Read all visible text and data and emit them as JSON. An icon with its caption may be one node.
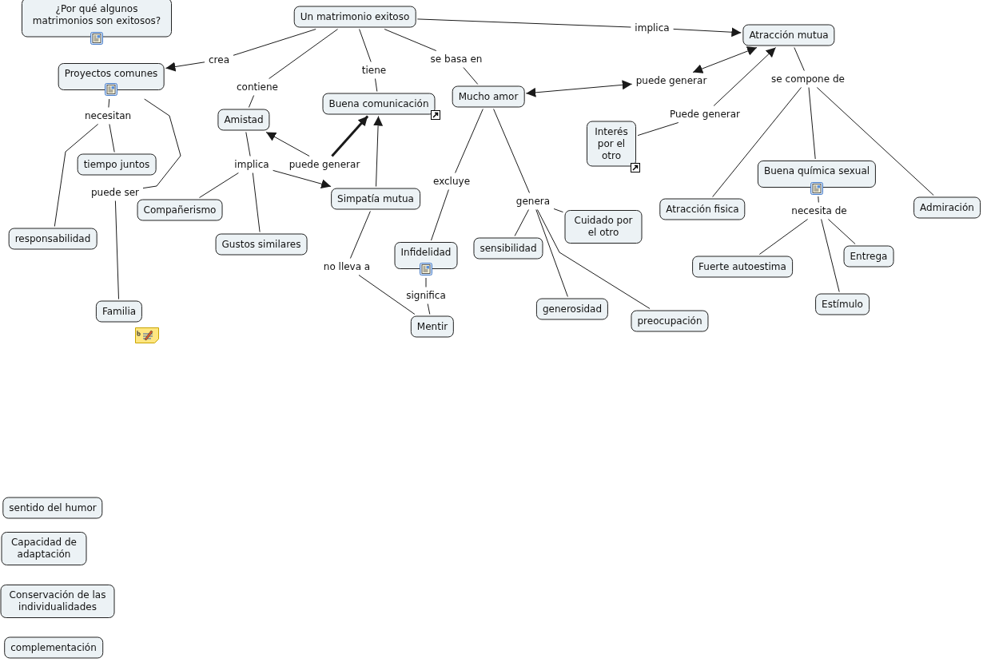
{
  "diagram": {
    "nodes": [
      {
        "text": [
          "¿Por qué algunos matrimonios son exitosos?"
        ]
      },
      {
        "text": [
          "Un matrimonio exitoso"
        ]
      },
      {
        "text": [
          "Proyectos comunes"
        ]
      },
      {
        "text": [
          "Amistad"
        ]
      },
      {
        "text": [
          "Buena comunicación"
        ]
      },
      {
        "text": [
          "Mucho amor"
        ]
      },
      {
        "text": [
          "Atracción mutua"
        ]
      },
      {
        "text": [
          "Interés por el otro"
        ]
      },
      {
        "text": [
          "tiempo juntos"
        ]
      },
      {
        "text": [
          "Compañerismo"
        ]
      },
      {
        "text": [
          "Simpatía mutua"
        ]
      },
      {
        "text": [
          "Buena química sexual"
        ]
      },
      {
        "text": [
          "Atracción fisica"
        ]
      },
      {
        "text": [
          "Admiración"
        ]
      },
      {
        "text": [
          "responsabilidad"
        ]
      },
      {
        "text": [
          "Gustos similares"
        ]
      },
      {
        "text": [
          "Infidelidad"
        ]
      },
      {
        "text": [
          "sensibilidad"
        ]
      },
      {
        "text": [
          "Cuidado por el otro"
        ]
      },
      {
        "text": [
          "Fuerte autoestima"
        ]
      },
      {
        "text": [
          "Entrega"
        ]
      },
      {
        "text": [
          "Familia"
        ]
      },
      {
        "text": [
          "Mentir"
        ]
      },
      {
        "text": [
          "generosidad"
        ]
      },
      {
        "text": [
          "preocupación"
        ]
      },
      {
        "text": [
          "Estímulo"
        ]
      },
      {
        "text": [
          "sentido del humor"
        ]
      },
      {
        "text": [
          "Capacidad de adaptación"
        ]
      },
      {
        "text": [
          "Conservación de las individualidades"
        ]
      },
      {
        "text": [
          "complementación"
        ]
      },
      {
        "text": [
          "crea"
        ]
      },
      {
        "text": [
          "contiene"
        ]
      },
      {
        "text": [
          "tiene"
        ]
      },
      {
        "text": [
          "se basa en"
        ]
      },
      {
        "text": [
          "implica"
        ]
      },
      {
        "text": [
          "puede generar"
        ]
      },
      {
        "text": [
          "Puede generar"
        ]
      },
      {
        "text": [
          "se compone de"
        ]
      },
      {
        "text": [
          "necesitan"
        ]
      },
      {
        "text": [
          "implica"
        ]
      },
      {
        "text": [
          "puede generar"
        ]
      },
      {
        "text": [
          "excluye"
        ]
      },
      {
        "text": [
          "genera"
        ]
      },
      {
        "text": [
          "necesita de"
        ]
      },
      {
        "text": [
          "puede ser"
        ]
      },
      {
        "text": [
          "no lleva a"
        ]
      },
      {
        "text": [
          "significa"
        ]
      }
    ],
    "edges": [
      {
        "from": 1,
        "to": 30,
        "arrow": "none"
      },
      {
        "from": 30,
        "to": 2,
        "arrow": "to"
      },
      {
        "from": 1,
        "to": 31,
        "arrow": "none"
      },
      {
        "from": 31,
        "to": 3,
        "arrow": "none"
      },
      {
        "from": 1,
        "to": 32,
        "arrow": "none"
      },
      {
        "from": 32,
        "to": 4,
        "arrow": "none"
      },
      {
        "from": 1,
        "to": 33,
        "arrow": "none"
      },
      {
        "from": 33,
        "to": 5,
        "arrow": "none"
      },
      {
        "from": 1,
        "to": 34,
        "arrow": "none"
      },
      {
        "from": 34,
        "to": 6,
        "arrow": "to"
      },
      {
        "from": 5,
        "to": 35,
        "arrow": "both"
      },
      {
        "from": 35,
        "to": 6,
        "arrow": "both"
      },
      {
        "from": 7,
        "to": 36,
        "arrow": "none"
      },
      {
        "from": 36,
        "to": 6,
        "arrow": "to"
      },
      {
        "from": 6,
        "to": 37,
        "arrow": "none"
      },
      {
        "from": 37,
        "to": 12,
        "arrow": "none"
      },
      {
        "from": 37,
        "to": 11,
        "arrow": "none"
      },
      {
        "from": 37,
        "to": 13,
        "arrow": "none"
      },
      {
        "from": 2,
        "to": 38,
        "arrow": "none"
      },
      {
        "from": 38,
        "to": 8,
        "arrow": "none"
      },
      {
        "from": 38,
        "to": 14,
        "arrow": "none"
      },
      {
        "from": 2,
        "to": 44,
        "arrow": "none"
      },
      {
        "from": 44,
        "to": 21,
        "arrow": "none"
      },
      {
        "from": 3,
        "to": 39,
        "arrow": "none"
      },
      {
        "from": 39,
        "to": 9,
        "arrow": "none"
      },
      {
        "from": 39,
        "to": 15,
        "arrow": "none"
      },
      {
        "from": 39,
        "to": 10,
        "arrow": "to"
      },
      {
        "from": 40,
        "to": 3,
        "arrow": "to"
      },
      {
        "from": 40,
        "to": 4,
        "arrow": "to",
        "style": "thick"
      },
      {
        "from": 10,
        "to": 4,
        "arrow": "to"
      },
      {
        "from": 5,
        "to": 41,
        "arrow": "none"
      },
      {
        "from": 41,
        "to": 16,
        "arrow": "none"
      },
      {
        "from": 5,
        "to": 42,
        "arrow": "none"
      },
      {
        "from": 42,
        "to": 17,
        "arrow": "none"
      },
      {
        "from": 42,
        "to": 23,
        "arrow": "none"
      },
      {
        "from": 42,
        "to": 18,
        "arrow": "none"
      },
      {
        "from": 42,
        "to": 24,
        "arrow": "none"
      },
      {
        "from": 11,
        "to": 43,
        "arrow": "none"
      },
      {
        "from": 43,
        "to": 19,
        "arrow": "none"
      },
      {
        "from": 43,
        "to": 20,
        "arrow": "none"
      },
      {
        "from": 43,
        "to": 25,
        "arrow": "none"
      },
      {
        "from": 10,
        "to": 45,
        "arrow": "none"
      },
      {
        "from": 45,
        "to": 22,
        "arrow": "none"
      },
      {
        "from": 16,
        "to": 46,
        "arrow": "none"
      },
      {
        "from": 46,
        "to": 22,
        "arrow": "none"
      }
    ]
  }
}
